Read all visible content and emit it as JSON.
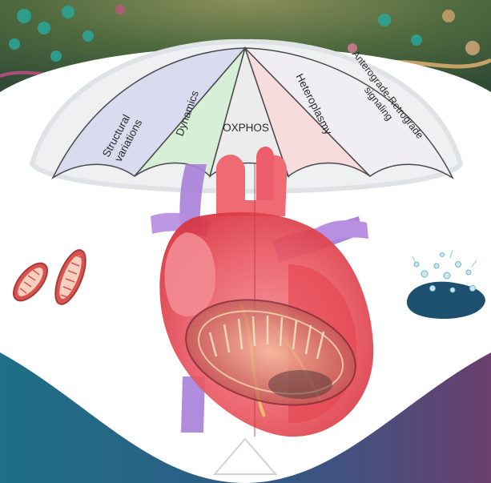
{
  "umbrella": {
    "segments": [
      {
        "label_lines": [
          "Structural",
          "variations"
        ],
        "fill": "#d9dbef"
      },
      {
        "label_lines": [
          "Dynamics"
        ],
        "fill": "#d6efd6"
      },
      {
        "label_lines": [
          "OXPHOS"
        ],
        "fill": "#ececec"
      },
      {
        "label_lines": [
          "Heteroplasmy"
        ],
        "fill": "#f6dcdc"
      },
      {
        "label_lines": [
          "Anterograde-Retrograde",
          "signaling"
        ],
        "fill": "#f0eef2"
      }
    ]
  },
  "colors": {
    "background_top": "#5a6b4a",
    "background_bottom_left": "#1f6f86",
    "background_bottom_right": "#6a3f6f",
    "canvas": "#ffffff",
    "heart_red": "#e2404a",
    "heart_pink": "#f07b84",
    "vessel_purple": "#a77fd8",
    "mitochondria_red": "#d9534f",
    "ocean_blue": "#1d4f6e"
  },
  "icons": [
    "mitochondrion-pair-icon",
    "heart-illustration",
    "large-mitochondrion-overlay",
    "ocean-cells-icon",
    "up-arrow-triangle-icon"
  ]
}
